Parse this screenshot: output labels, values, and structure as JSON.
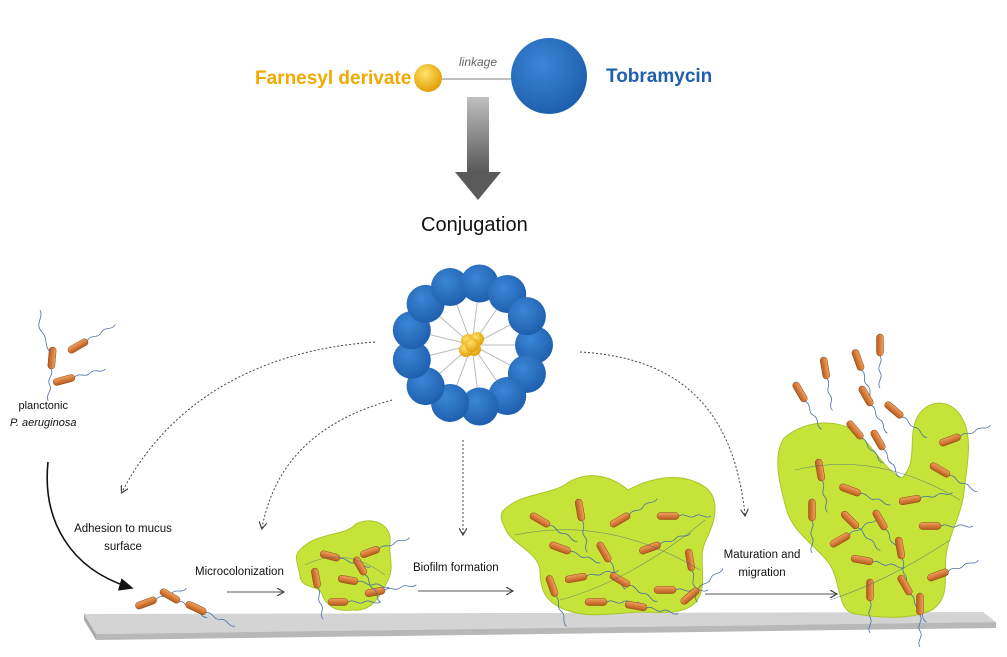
{
  "top": {
    "left_molecule": "Farnesyl derivate",
    "linker": "linkage",
    "right_molecule": "Tobramycin",
    "process": "Conjugation"
  },
  "stages": {
    "planktonic_line1": "planctonic",
    "planktonic_line2": "P. aeruginosa",
    "adhesion": "Adhesion to mucus surface",
    "microcolonization": "Microcolonization",
    "biofilm": "Biofilm formation",
    "maturation": "Maturation and migration"
  },
  "colors": {
    "farnesyl": "#f2a900",
    "tobramycin": "#1f5fae",
    "biofilm": "#c6e33a",
    "bacteria": "#d9772e",
    "surface": "#bdbdbd"
  }
}
